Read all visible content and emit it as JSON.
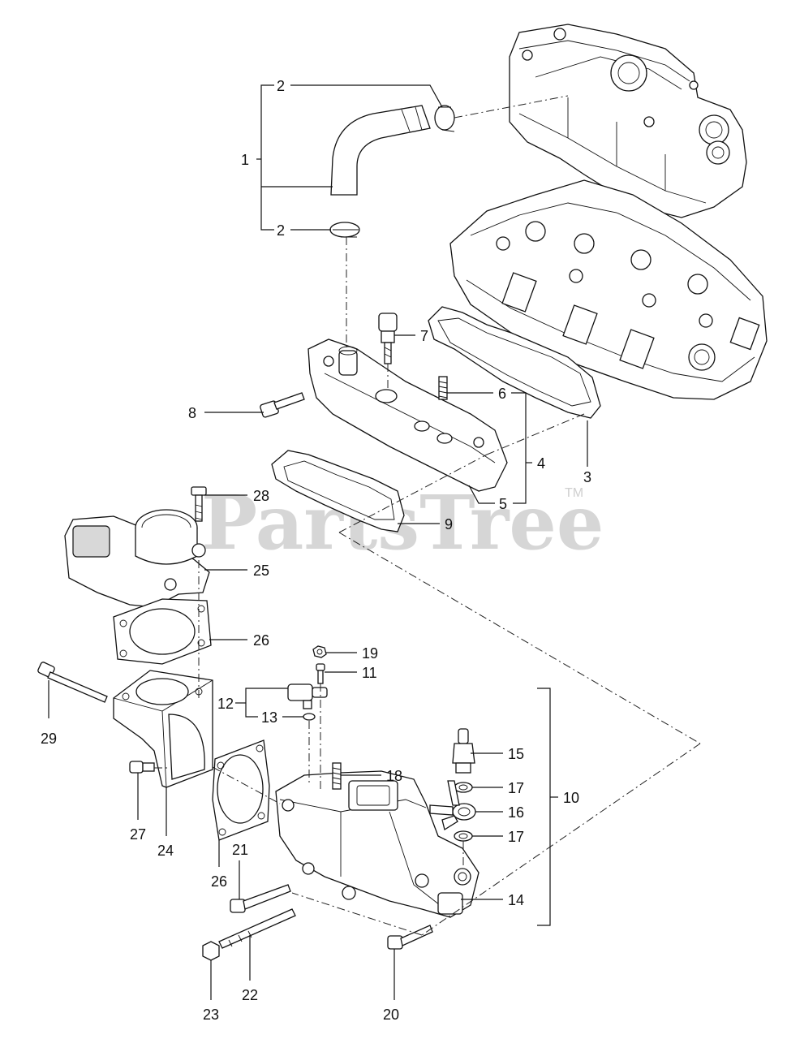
{
  "watermark": {
    "text": "PartsTree",
    "tm": "TM"
  },
  "callouts": {
    "c1": "1",
    "c2a": "2",
    "c2b": "2",
    "c3": "3",
    "c4": "4",
    "c5": "5",
    "c6": "6",
    "c7": "7",
    "c8": "8",
    "c9": "9",
    "c10": "10",
    "c11": "11",
    "c12": "12",
    "c13": "13",
    "c14": "14",
    "c15": "15",
    "c16": "16",
    "c17a": "17",
    "c17b": "17",
    "c18": "18",
    "c19": "19",
    "c20": "20",
    "c21": "21",
    "c22": "22",
    "c23": "23",
    "c24": "24",
    "c25": "25",
    "c26a": "26",
    "c26b": "26",
    "c27": "27",
    "c28": "28",
    "c29": "29"
  }
}
